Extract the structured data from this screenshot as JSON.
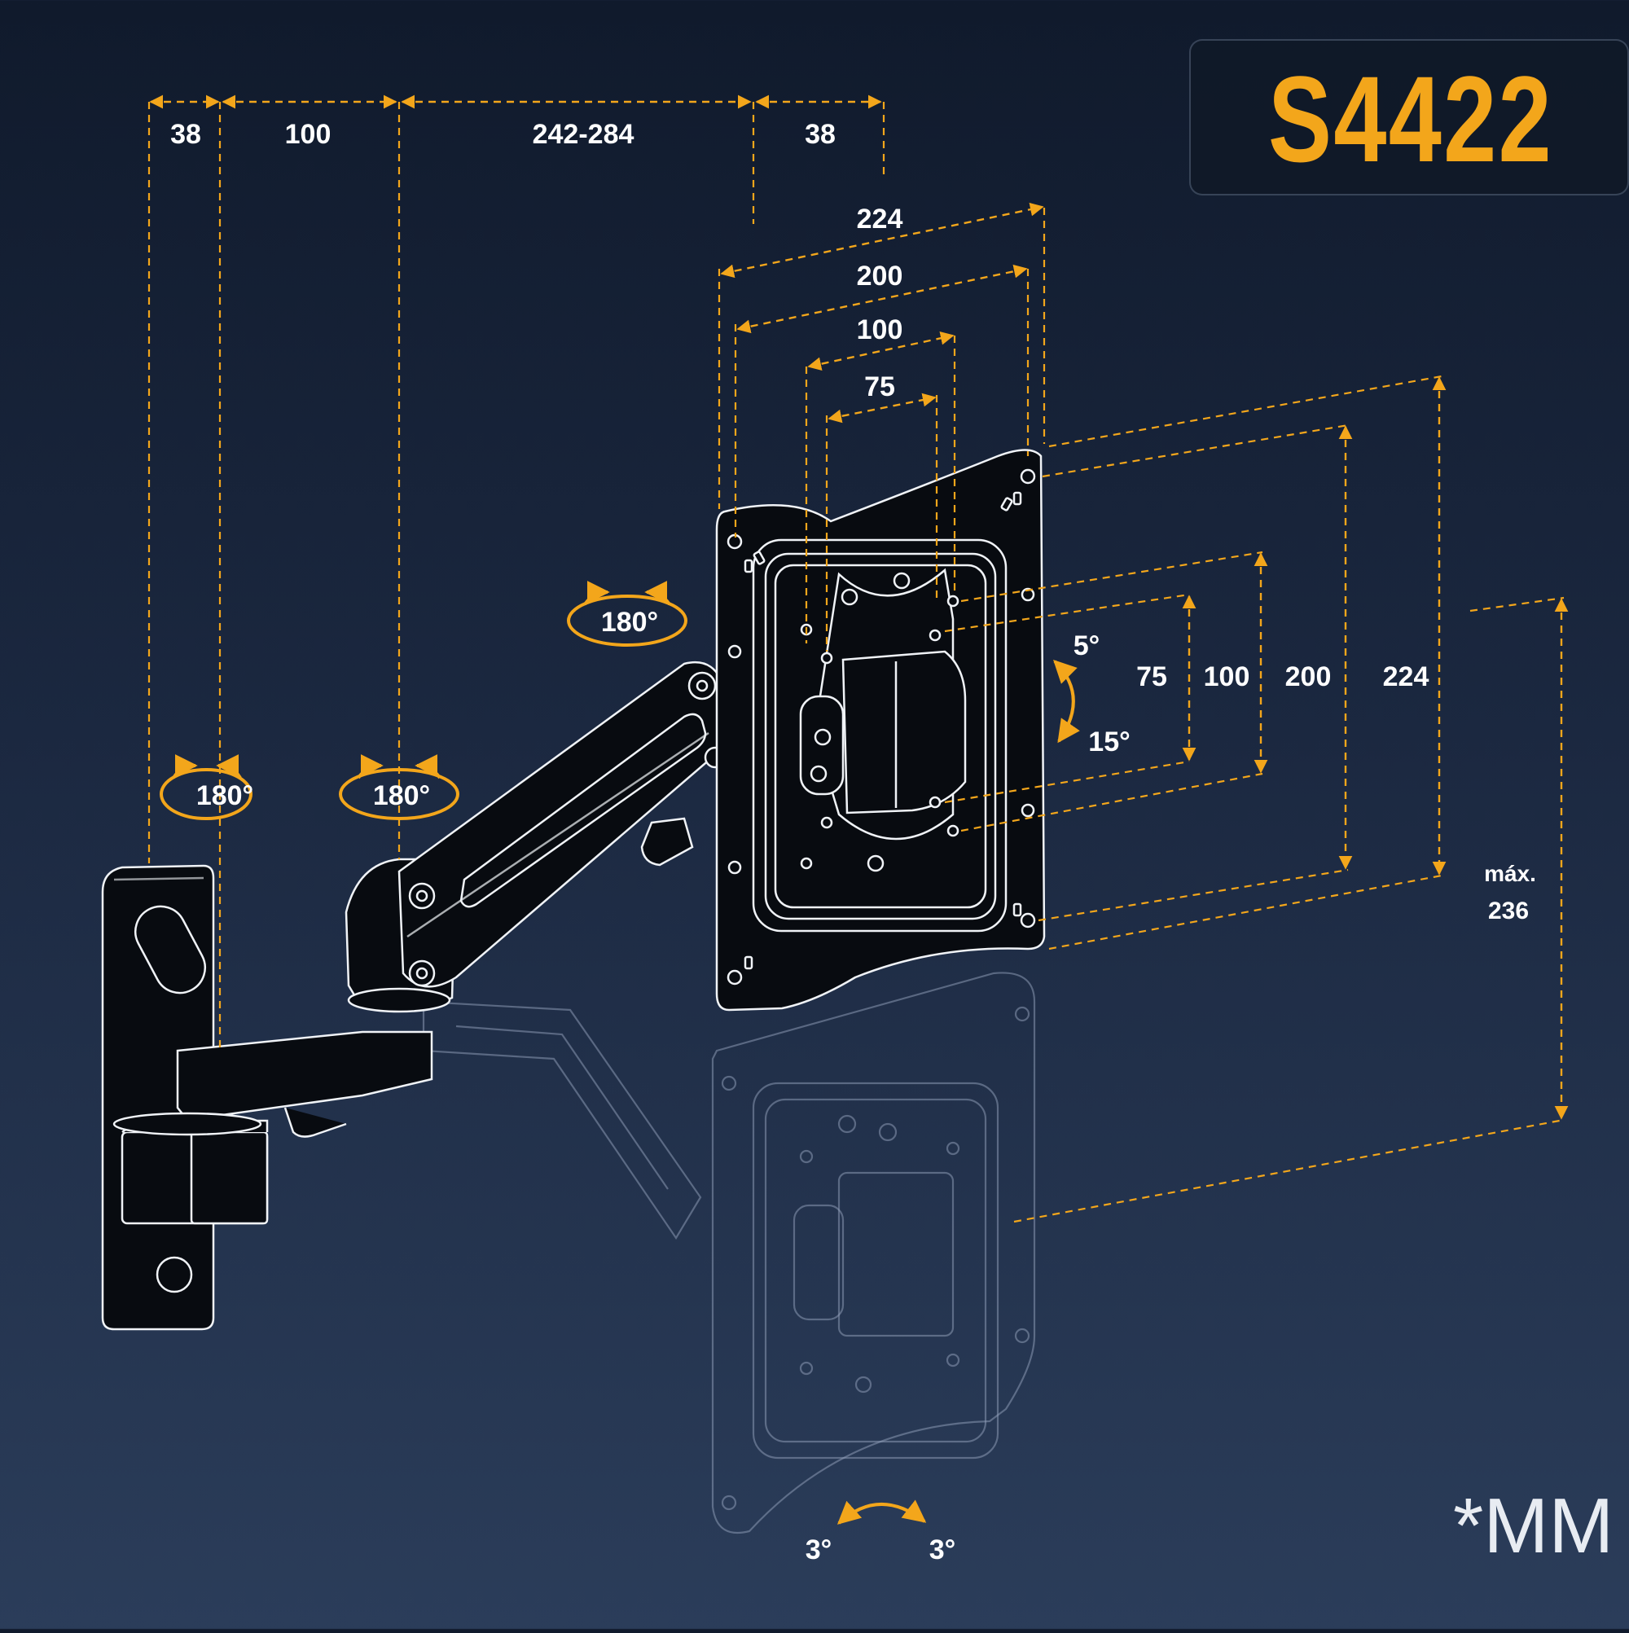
{
  "model": "S4422",
  "unit": "*MM",
  "colors": {
    "accent": "#f3a61b",
    "line": "#f0f3f7",
    "label": "#ffffff",
    "background_top": "#101a2c",
    "background_bottom": "#2b3d5a"
  },
  "dimensions": {
    "top": [
      "38",
      "100",
      "242-284",
      "38"
    ],
    "horizontal_plate": [
      "224",
      "200",
      "100",
      "75"
    ],
    "vertical_plate": [
      "75",
      "100",
      "200",
      "224"
    ],
    "max_label": "máx.",
    "max_value": "236"
  },
  "rotation": {
    "wall_joint": "180°",
    "middle_joint": "180°",
    "head_swivel": "180°",
    "tilt_up": "5°",
    "tilt_down": "15°",
    "level_left": "3°",
    "level_right": "3°"
  }
}
